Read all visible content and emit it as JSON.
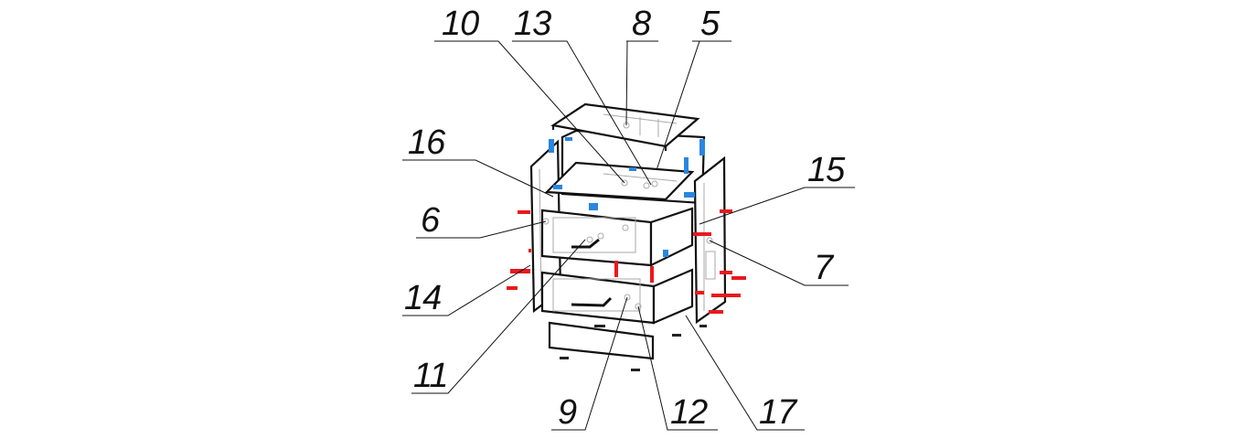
{
  "diagram": {
    "type": "exploded assembly drawing of chest of drawers",
    "callouts": [
      "10",
      "13",
      "8",
      "5",
      "16",
      "6",
      "14",
      "11",
      "15",
      "7",
      "9",
      "12",
      "17"
    ],
    "colors": {
      "line": "#111111",
      "hidden": "#aaaaaa",
      "fastener_red": "#e8191e",
      "fastener_blue": "#2a86e0"
    }
  }
}
